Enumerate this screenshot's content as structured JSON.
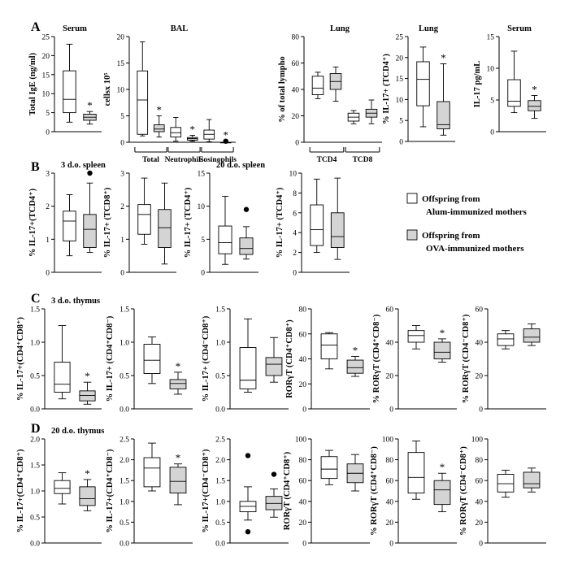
{
  "legend": {
    "items": [
      {
        "label": [
          "Offspring from",
          "Alum-immunized mothers"
        ],
        "fill": "#ffffff"
      },
      {
        "label": [
          "Offspring from",
          "OVA-immunized mothers"
        ],
        "fill": "#d4d4d4"
      }
    ]
  },
  "colors": {
    "white_box": "#ffffff",
    "grey_box": "#d4d4d4",
    "ink": "#000000"
  },
  "chart_data": [
    {
      "type": "box",
      "panel": "A",
      "title": "Serum",
      "ylabel": "Total IgE (ng/ml)",
      "ylim": [
        0,
        25
      ],
      "yticks": [
        0,
        5,
        10,
        15,
        20,
        25
      ],
      "boxes": [
        {
          "group": "Alum",
          "min": 2.5,
          "q1": 5,
          "median": 8.5,
          "q3": 16,
          "max": 23
        },
        {
          "group": "OVA",
          "min": 2,
          "q1": 3,
          "median": 3.8,
          "q3": 4.6,
          "max": 5.3,
          "sig": "*"
        }
      ]
    },
    {
      "type": "box",
      "panel": "A",
      "title": "BAL",
      "ylabel": "cellsx 10⁵",
      "ylim": [
        0,
        20
      ],
      "yticks": [
        0,
        5,
        10,
        15,
        20
      ],
      "groups": [
        "Total",
        "Neutrophils",
        "Eosinophils"
      ],
      "boxes": [
        {
          "group": "Alum",
          "category": "Total",
          "min": 1.2,
          "q1": 1.5,
          "median": 8,
          "q3": 13.5,
          "max": 19
        },
        {
          "group": "OVA",
          "category": "Total",
          "min": 1,
          "q1": 2,
          "median": 2.5,
          "q3": 3.3,
          "max": 5,
          "sig": "*"
        },
        {
          "group": "Alum",
          "category": "Neutrophils",
          "min": 0.2,
          "q1": 1,
          "median": 1.8,
          "q3": 2.8,
          "max": 4.7
        },
        {
          "group": "OVA",
          "category": "Neutrophils",
          "min": 0.2,
          "q1": 0.4,
          "median": 0.7,
          "q3": 0.9,
          "max": 1.3,
          "sig": "*"
        },
        {
          "group": "Alum",
          "category": "Eosinophils",
          "min": 0.1,
          "q1": 0.6,
          "median": 1.5,
          "q3": 2.3,
          "max": 4.3
        },
        {
          "group": "OVA",
          "category": "Eosinophils",
          "min": 0,
          "q1": 0,
          "median": 0,
          "q3": 0,
          "max": 0,
          "outliers": [
            0.2
          ],
          "sig": "*"
        }
      ]
    },
    {
      "type": "box",
      "panel": "A",
      "title": "Lung",
      "ylabel": "% of total lympho",
      "ylim": [
        0,
        80
      ],
      "yticks": [
        0,
        20,
        40,
        60,
        80
      ],
      "groups": [
        "TCD4",
        "TCD8"
      ],
      "boxes": [
        {
          "group": "Alum",
          "category": "TCD4",
          "min": 33,
          "q1": 36,
          "median": 41,
          "q3": 50,
          "max": 53
        },
        {
          "group": "OVA",
          "category": "TCD4",
          "min": 31,
          "q1": 40,
          "median": 46,
          "q3": 52,
          "max": 57
        },
        {
          "group": "Alum",
          "category": "TCD8",
          "min": 14,
          "q1": 16,
          "median": 19,
          "q3": 22,
          "max": 24
        },
        {
          "group": "OVA",
          "category": "TCD8",
          "min": 14,
          "q1": 19,
          "median": 22,
          "q3": 25,
          "max": 32
        }
      ]
    },
    {
      "type": "box",
      "panel": "A",
      "title": "Lung",
      "ylabel": "% IL-17+ (TCD4⁺)",
      "ylim": [
        0,
        25
      ],
      "yticks": [
        0,
        5,
        10,
        15,
        20,
        25
      ],
      "boxes": [
        {
          "group": "Alum",
          "min": 3.5,
          "q1": 8.5,
          "median": 14.8,
          "q3": 19,
          "max": 22.5
        },
        {
          "group": "OVA",
          "min": 1.5,
          "q1": 3,
          "median": 4,
          "q3": 9.5,
          "max": 18.5,
          "sig": "*"
        }
      ]
    },
    {
      "type": "box",
      "panel": "A",
      "title": "Serum",
      "ylabel": "IL-17 pg/mL",
      "ylim": [
        0,
        15
      ],
      "yticks": [
        0,
        5,
        10,
        15
      ],
      "boxes": [
        {
          "group": "Alum",
          "min": 3,
          "q1": 4,
          "median": 4.8,
          "q3": 8.2,
          "max": 12.7
        },
        {
          "group": "OVA",
          "min": 2.1,
          "q1": 3.3,
          "median": 4,
          "q3": 4.9,
          "max": 5.7,
          "sig": "*"
        }
      ]
    },
    {
      "type": "box",
      "panel": "B",
      "title": "3 d.o. spleen",
      "ylabel": "% IL-17+(TCD4⁺)",
      "ylim": [
        0,
        3
      ],
      "yticks": [
        0,
        1,
        2,
        3
      ],
      "boxes": [
        {
          "group": "Alum",
          "min": 0.5,
          "q1": 0.95,
          "median": 1.55,
          "q3": 1.85,
          "max": 2.35
        },
        {
          "group": "OVA",
          "min": 0.6,
          "q1": 0.75,
          "median": 1.3,
          "q3": 1.75,
          "max": 2.7,
          "outliers": [
            3.0
          ]
        }
      ]
    },
    {
      "type": "box",
      "panel": "B",
      "title": "",
      "ylabel": "% IL-17+ (TCD8⁺)",
      "ylim": [
        0,
        3
      ],
      "yticks": [
        0,
        1,
        2,
        3
      ],
      "boxes": [
        {
          "group": "Alum",
          "min": 0.85,
          "q1": 1.15,
          "median": 1.75,
          "q3": 2.05,
          "max": 2.85
        },
        {
          "group": "OVA",
          "min": 0.25,
          "q1": 0.75,
          "median": 1.35,
          "q3": 1.9,
          "max": 2.7
        }
      ]
    },
    {
      "type": "box",
      "panel": "B",
      "title": "20 d.o. spleen",
      "ylabel": "% IL-17+ (TCD4⁺)",
      "ylim": [
        0,
        15
      ],
      "yticks": [
        0,
        5,
        10,
        15
      ],
      "boxes": [
        {
          "group": "Alum",
          "min": 1.2,
          "q1": 2.8,
          "median": 4.5,
          "q3": 7,
          "max": 11.5
        },
        {
          "group": "OVA",
          "min": 2,
          "q1": 2.7,
          "median": 3.6,
          "q3": 5.2,
          "max": 6.9,
          "outliers": [
            9.5
          ]
        }
      ]
    },
    {
      "type": "box",
      "panel": "B",
      "title": "",
      "ylabel": "% IL-17+ (TCD4⁺)",
      "ylim": [
        0,
        10
      ],
      "yticks": [
        0,
        2,
        4,
        6,
        8,
        10
      ],
      "boxes": [
        {
          "group": "Alum",
          "min": 2,
          "q1": 2.7,
          "median": 4.3,
          "q3": 6.8,
          "max": 9.4
        },
        {
          "group": "OVA",
          "min": 1.3,
          "q1": 2.5,
          "median": 3.6,
          "q3": 6,
          "max": 9.5
        }
      ]
    },
    {
      "type": "box",
      "panel": "C",
      "title": "3 d.o. thymus",
      "ylabel": "% IL-17+(CD4⁺CD8⁺)",
      "ylim": [
        0,
        1.5
      ],
      "yticks": [
        0,
        0.5,
        1.0,
        1.5
      ],
      "boxes": [
        {
          "group": "Alum",
          "min": 0.15,
          "q1": 0.25,
          "median": 0.37,
          "q3": 0.7,
          "max": 1.25
        },
        {
          "group": "OVA",
          "min": 0.07,
          "q1": 0.12,
          "median": 0.2,
          "q3": 0.27,
          "max": 0.4,
          "sig": "*"
        }
      ]
    },
    {
      "type": "box",
      "panel": "C",
      "title": "",
      "ylabel": "% IL-17+ (CD4⁺CD8⁻)",
      "ylim": [
        0,
        1.5
      ],
      "yticks": [
        0,
        0.5,
        1.0,
        1.5
      ],
      "boxes": [
        {
          "group": "Alum",
          "min": 0.38,
          "q1": 0.53,
          "median": 0.73,
          "q3": 0.97,
          "max": 1.08
        },
        {
          "group": "OVA",
          "min": 0.22,
          "q1": 0.3,
          "median": 0.38,
          "q3": 0.44,
          "max": 0.55,
          "sig": "*"
        }
      ]
    },
    {
      "type": "box",
      "panel": "C",
      "title": "",
      "ylabel": "% IL-17+ (CD4⁻CD8⁺)",
      "ylim": [
        0,
        1.5
      ],
      "yticks": [
        0,
        0.5,
        1.0,
        1.5
      ],
      "boxes": [
        {
          "group": "Alum",
          "min": 0.25,
          "q1": 0.3,
          "median": 0.43,
          "q3": 0.92,
          "max": 1.35
        },
        {
          "group": "OVA",
          "min": 0.4,
          "q1": 0.5,
          "median": 0.67,
          "q3": 0.77,
          "max": 1.07
        }
      ]
    },
    {
      "type": "box",
      "panel": "C",
      "title": "",
      "ylabel": "RORγT (CD4⁺CD8⁺)",
      "ylim": [
        0,
        80
      ],
      "yticks": [
        0,
        20,
        40,
        60,
        80
      ],
      "boxes": [
        {
          "group": "Alum",
          "min": 32,
          "q1": 40,
          "median": 51,
          "q3": 60,
          "max": 61
        },
        {
          "group": "OVA",
          "min": 26,
          "q1": 28.5,
          "median": 33,
          "q3": 39,
          "max": 42,
          "sig": "*"
        }
      ]
    },
    {
      "type": "box",
      "panel": "C",
      "title": "",
      "ylabel": "% RORγT (CD4⁺CD8⁻)",
      "ylim": [
        0,
        60
      ],
      "yticks": [
        0,
        20,
        40,
        60
      ],
      "boxes": [
        {
          "group": "Alum",
          "min": 36,
          "q1": 40,
          "median": 44,
          "q3": 47,
          "max": 50
        },
        {
          "group": "OVA",
          "min": 28,
          "q1": 30,
          "median": 34,
          "q3": 40,
          "max": 42,
          "sig": "*"
        }
      ]
    },
    {
      "type": "box",
      "panel": "C",
      "title": "",
      "ylabel": "% RORγT (CD4⁻CD8⁺)",
      "ylim": [
        0,
        60
      ],
      "yticks": [
        0,
        20,
        40,
        60
      ],
      "boxes": [
        {
          "group": "Alum",
          "min": 36,
          "q1": 38,
          "median": 42,
          "q3": 45,
          "max": 47
        },
        {
          "group": "OVA",
          "min": 38,
          "q1": 40,
          "median": 43,
          "q3": 48,
          "max": 51
        }
      ]
    },
    {
      "type": "box",
      "panel": "D",
      "title": "20 d.o. thymus",
      "ylabel": "% IL-17+(CD4⁺CD8⁺)",
      "ylim": [
        0,
        2.0
      ],
      "yticks": [
        0,
        0.5,
        1.0,
        1.5,
        2.0
      ],
      "boxes": [
        {
          "group": "Alum",
          "min": 0.75,
          "q1": 0.95,
          "median": 1.05,
          "q3": 1.2,
          "max": 1.35
        },
        {
          "group": "OVA",
          "min": 0.62,
          "q1": 0.72,
          "median": 0.85,
          "q3": 1.08,
          "max": 1.22,
          "sig": "*"
        }
      ]
    },
    {
      "type": "box",
      "panel": "D",
      "title": "",
      "ylabel": "% IL-17+(CD4⁺CD8⁻)",
      "ylim": [
        0,
        2.5
      ],
      "yticks": [
        0,
        0.5,
        1.0,
        1.5,
        2.0,
        2.5
      ],
      "boxes": [
        {
          "group": "Alum",
          "min": 1.25,
          "q1": 1.35,
          "median": 1.8,
          "q3": 2.05,
          "max": 2.4
        },
        {
          "group": "OVA",
          "min": 0.92,
          "q1": 1.2,
          "median": 1.48,
          "q3": 1.82,
          "max": 1.9,
          "sig": "*"
        }
      ]
    },
    {
      "type": "box",
      "panel": "D",
      "title": "",
      "ylabel": "% IL-17+(CD4⁻CD8⁺)",
      "ylim": [
        0,
        2.5
      ],
      "yticks": [
        0,
        0.5,
        1.0,
        1.5,
        2.0,
        2.5
      ],
      "boxes": [
        {
          "group": "Alum",
          "min": 0.55,
          "q1": 0.75,
          "median": 0.88,
          "q3": 1.0,
          "max": 1.35,
          "outliers": [
            2.1,
            0.27
          ]
        },
        {
          "group": "OVA",
          "min": 0.62,
          "q1": 0.8,
          "median": 0.95,
          "q3": 1.12,
          "max": 1.3,
          "outliers": [
            1.65
          ]
        }
      ]
    },
    {
      "type": "box",
      "panel": "D",
      "title": "",
      "ylabel": "RORγT (CD4⁺CD8⁺)",
      "ylim": [
        0,
        100
      ],
      "yticks": [
        0,
        20,
        40,
        60,
        80,
        100
      ],
      "boxes": [
        {
          "group": "Alum",
          "min": 56,
          "q1": 62,
          "median": 71,
          "q3": 83,
          "max": 89
        },
        {
          "group": "OVA",
          "min": 50,
          "q1": 58,
          "median": 67,
          "q3": 76,
          "max": 85
        }
      ]
    },
    {
      "type": "box",
      "panel": "D",
      "title": "",
      "ylabel": "% RORγT (CD4⁺CD8⁻)",
      "ylim": [
        0,
        100
      ],
      "yticks": [
        0,
        20,
        40,
        60,
        80,
        100
      ],
      "boxes": [
        {
          "group": "Alum",
          "min": 42,
          "q1": 48,
          "median": 63,
          "q3": 87,
          "max": 98
        },
        {
          "group": "OVA",
          "min": 30,
          "q1": 37,
          "median": 51,
          "q3": 60,
          "max": 67,
          "sig": "*"
        }
      ]
    },
    {
      "type": "box",
      "panel": "D",
      "title": "",
      "ylabel": "% RORγT (CD4⁻CD8⁺)",
      "ylim": [
        0,
        100
      ],
      "yticks": [
        0,
        20,
        40,
        60,
        80,
        100
      ],
      "boxes": [
        {
          "group": "Alum",
          "min": 44,
          "q1": 49,
          "median": 57,
          "q3": 66,
          "max": 70
        },
        {
          "group": "OVA",
          "min": 49,
          "q1": 53,
          "median": 57,
          "q3": 68,
          "max": 72
        }
      ]
    }
  ]
}
